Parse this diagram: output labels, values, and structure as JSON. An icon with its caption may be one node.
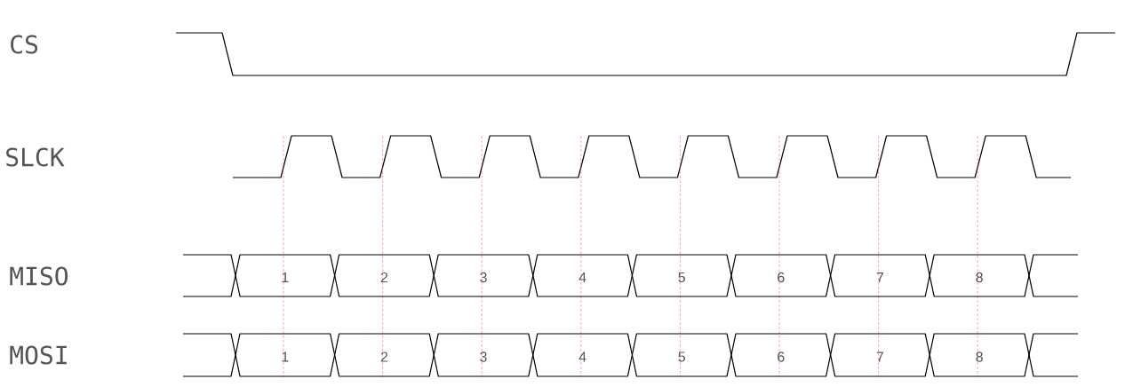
{
  "diagram": {
    "nodes": [
      {
        "text": [
          "1"
        ]
      },
      {
        "text": [
          "2"
        ]
      },
      {
        "text": [
          "3"
        ]
      },
      {
        "text": [
          "4"
        ]
      },
      {
        "text": [
          "5"
        ]
      },
      {
        "text": [
          "6"
        ]
      },
      {
        "text": [
          "7"
        ]
      },
      {
        "text": [
          "8"
        ]
      },
      {
        "text": [
          "1"
        ]
      },
      {
        "text": [
          "2"
        ]
      },
      {
        "text": [
          "3"
        ]
      },
      {
        "text": [
          "4"
        ]
      },
      {
        "text": [
          "5"
        ]
      },
      {
        "text": [
          "6"
        ]
      },
      {
        "text": [
          "7"
        ]
      },
      {
        "text": [
          "8"
        ]
      }
    ],
    "labels": [
      "CS",
      "SLCK",
      "MISO",
      "MOSI"
    ]
  }
}
